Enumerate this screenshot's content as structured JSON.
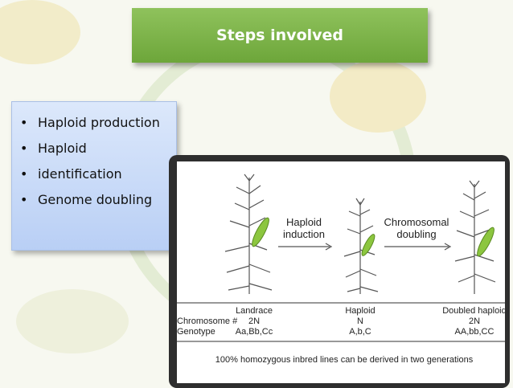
{
  "slide": {
    "title": "Steps involved",
    "bullets": [
      "Haploid  production",
      "Haploid",
      "identification",
      "Genome  doubling"
    ]
  },
  "figure": {
    "step1_line1": "Haploid",
    "step1_line2": "induction",
    "step2_line1": "Chromosomal",
    "step2_line2": "doubling",
    "row_header_1": "Chromosome #",
    "row_header_2": "Genotype",
    "columns": [
      {
        "name": "Landrace",
        "chromosome": "2N",
        "genotype": "Aa,Bb,Cc"
      },
      {
        "name": "Haploid",
        "chromosome": "N",
        "genotype": "A,b,C"
      },
      {
        "name": "Doubled haploid",
        "chromosome": "2N",
        "genotype": "AA,bb,CC"
      }
    ],
    "footer": "100% homozygous inbred lines can be derived in two generations"
  },
  "colors": {
    "title_green": "#7db44a",
    "bullet_blue": "#c8daf8",
    "cob_green": "#8cc63f"
  }
}
